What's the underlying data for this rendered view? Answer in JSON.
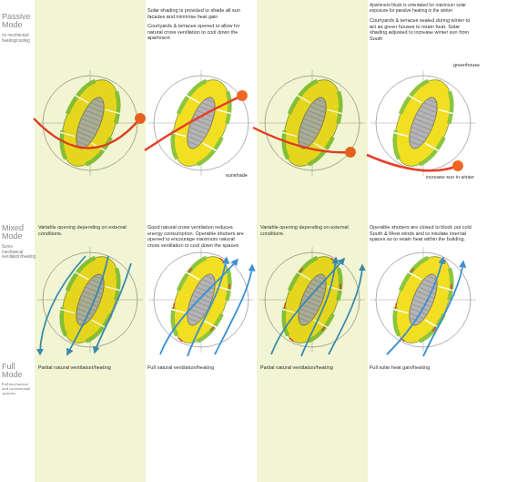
{
  "diagram": {
    "nodes": [
      {
        "text": [
          "Variable opening depending on external conditions.",
          "Partial natural ventilation/heating"
        ]
      },
      {
        "text": [
          "Variable opening depending on external conditions.",
          "Partial natural ventilation/heating"
        ]
      }
    ],
    "labels": [
      "Passive Mode",
      "no mechanical heating/cooling",
      "Solar shading is provided to shade all sun facades and minimise heat gain",
      "Courtyards & terraces opened to allow for natural cross ventilation to cool down the apartment",
      "Apartment block is orientated for maximum solar exposure for passive heating in the winter",
      "Courtyards & terraces sealed during winter to act as green houses to retain heat. Solar shading adjusted to increase winter sun from South",
      "greenhouse",
      "sunshade",
      "increase sun in winter",
      "Mixed Mode",
      "Some mechanical ventilation/heating",
      "Good natural cross ventilation reduces energy consumption. Operable shutters are opened to encourage maximum natural cross ventilation to cool down the spaces",
      "Operable shutters are closed to block out cold South & West winds and to insulate internal spaces so to retain heat within the building.",
      "Full Mode",
      "Full mechanical and conventional systems",
      "Full natural ventilation/heating",
      "Full solar heat gain/heating"
    ]
  }
}
